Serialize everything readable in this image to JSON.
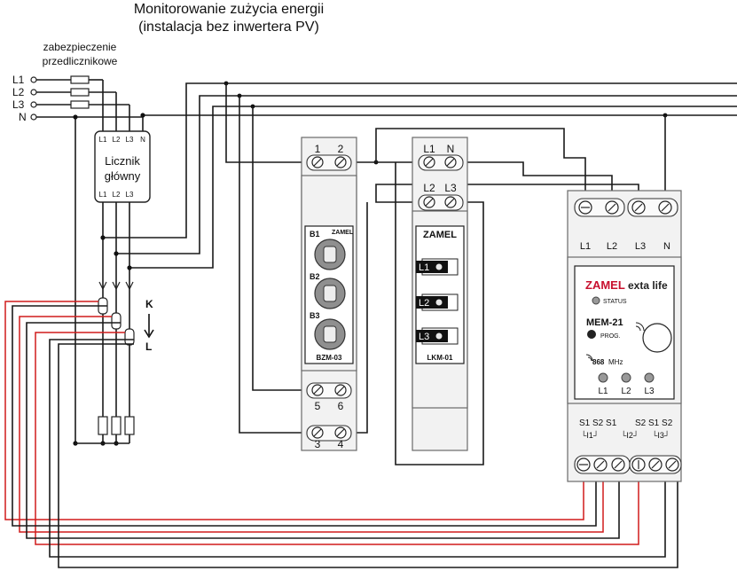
{
  "title": {
    "line1": "Monitorowanie zużycia energii",
    "line2": "(instalacja bez inwertera PV)"
  },
  "protection_label": {
    "line1": "zabezpieczenie",
    "line2": "przedlicznikowe"
  },
  "mains": [
    "L1",
    "L2",
    "L3",
    "N"
  ],
  "main_meter": {
    "top_terminals": [
      "L1",
      "L2",
      "L3",
      "N"
    ],
    "name_line1": "Licznik",
    "name_line2": "główny",
    "bottom_terminals": [
      "L1",
      "L2",
      "L3"
    ]
  },
  "ct_direction": {
    "k": "K",
    "l": "L"
  },
  "bzm": {
    "top_terminals": [
      "1",
      "2"
    ],
    "buttons": [
      "B1",
      "B2",
      "B3"
    ],
    "brand": "ZAMEL",
    "model": "BZM-03",
    "bottom_terminals_a": [
      "5",
      "6"
    ],
    "bottom_terminals_b": [
      "3",
      "4"
    ]
  },
  "lkm": {
    "top_terminals": [
      "L1",
      "N"
    ],
    "mid_terminals": [
      "L2",
      "L3"
    ],
    "brand": "ZAMEL",
    "indicators": [
      "L1",
      "L2",
      "L3"
    ],
    "model": "LKM-01"
  },
  "mem": {
    "top_terminals": [
      "L1",
      "L2",
      "L3",
      "N"
    ],
    "brand": "ZAMEL",
    "brand_sub": "exta life",
    "status_label": "STATUS",
    "model": "MEM-21",
    "prog_label": "PROG.",
    "freq_value": "868",
    "freq_unit": "MHz",
    "leds": [
      "L1",
      "L2",
      "L3"
    ],
    "bottom_labels": [
      "S1 S2 S1",
      "S2 S1 S2"
    ],
    "group_labels": [
      "└I1┘",
      "└I2┘",
      "└I3┘"
    ]
  }
}
